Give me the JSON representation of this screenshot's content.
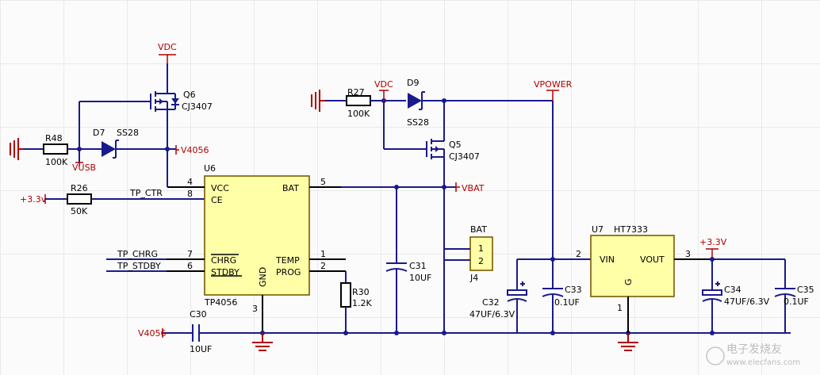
{
  "nets": {
    "vdc_q6": "VDC",
    "v4056_top": "V4056",
    "vusb": "VUSB",
    "plus3v3_in": "+3.3v",
    "vdc_r27": "VDC",
    "vpower": "VPOWER",
    "vbat": "VBAT",
    "plus3v3_out": "+3.3V",
    "v4056_bottom": "V4056"
  },
  "components": {
    "q6": {
      "ref": "Q6",
      "value": "CJ3407"
    },
    "d7": {
      "ref": "D7",
      "value": "SS28"
    },
    "r48": {
      "ref": "R48",
      "value": "100K"
    },
    "r26": {
      "ref": "R26",
      "value": "50K"
    },
    "u6": {
      "ref": "U6",
      "value": "TP4056",
      "pins": {
        "vcc": "VCC",
        "ce": "CE",
        "bat": "BAT",
        "chrg": "CHRG",
        "stdby": "STDBY",
        "temp": "TEMP",
        "prog": "PROG",
        "gnd": "GND"
      },
      "pin_numbers": {
        "vcc": "4",
        "ce": "8",
        "bat": "5",
        "chrg": "7",
        "stdby": "6",
        "temp": "1",
        "prog": "2",
        "gnd": "3"
      }
    },
    "r27": {
      "ref": "R27",
      "value": "100K"
    },
    "d9": {
      "ref": "D9",
      "value": "SS28"
    },
    "q5": {
      "ref": "Q5",
      "value": "CJ3407"
    },
    "c31": {
      "ref": "C31",
      "value": "10UF"
    },
    "r30": {
      "ref": "R30",
      "value": "1.2K"
    },
    "c30": {
      "ref": "C30",
      "value": "10UF"
    },
    "j4": {
      "ref": "J4",
      "label": "BAT",
      "pin1": "1",
      "pin2": "2"
    },
    "c32": {
      "ref": "C32",
      "value": "47UF/6.3V"
    },
    "c33": {
      "ref": "C33",
      "value": "0.1UF"
    },
    "u7": {
      "ref": "U7",
      "value": "HT7333",
      "pins": {
        "vin": "VIN",
        "vout": "VOUT",
        "g": "G"
      },
      "pin_numbers": {
        "vin": "2",
        "vout": "3",
        "g": "1"
      }
    },
    "c34": {
      "ref": "C34",
      "value": "47UF/6.3V"
    },
    "c35": {
      "ref": "C35",
      "value": "0.1UF"
    }
  },
  "signals": {
    "tp_ctr": "TP_CTR",
    "tp_chrg": "TP_CHRG",
    "tp_stdby": "TP_STDBY"
  },
  "watermark": "电子发烧友 www.elecfans.com",
  "colors": {
    "wire": "#1a1a8c",
    "net_label": "#b00000",
    "chip_fill": "#ffffa8"
  }
}
